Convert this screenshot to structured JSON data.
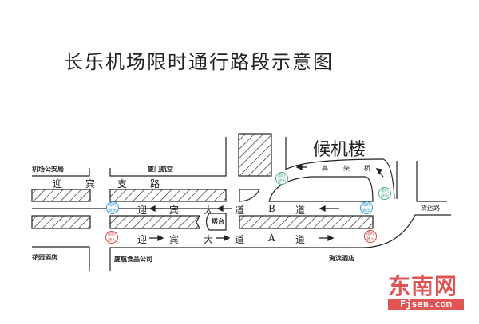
{
  "title": "长乐机场限时通行路段示意图",
  "labels": {
    "terminal": "候机楼",
    "police": "机场公安局",
    "xiamen_air": "厦门航空",
    "garden_hotel": "花园酒店",
    "catering": "厦航食品公司",
    "seaside_hotel": "海滨酒店",
    "tower": "塔台",
    "cargo_road": "货运路",
    "elevated": [
      "高",
      "架",
      "桥"
    ],
    "branch_road": [
      "迎",
      "宾",
      "支",
      "路"
    ],
    "road_b": [
      "迎",
      "宾",
      "大",
      "道",
      "B",
      "道"
    ],
    "road_a": [
      "迎",
      "宾",
      "大",
      "道",
      "A",
      "道"
    ]
  },
  "markers": {
    "entry": "限时驶入",
    "exit": "限时驶出"
  },
  "watermark": {
    "cn": "东南网",
    "en": "Fjsen.com"
  },
  "colors": {
    "entry": "#d04848",
    "exit_blue": "#3a9ad0",
    "exit_green": "#4aa882",
    "brand": "#e05454"
  }
}
